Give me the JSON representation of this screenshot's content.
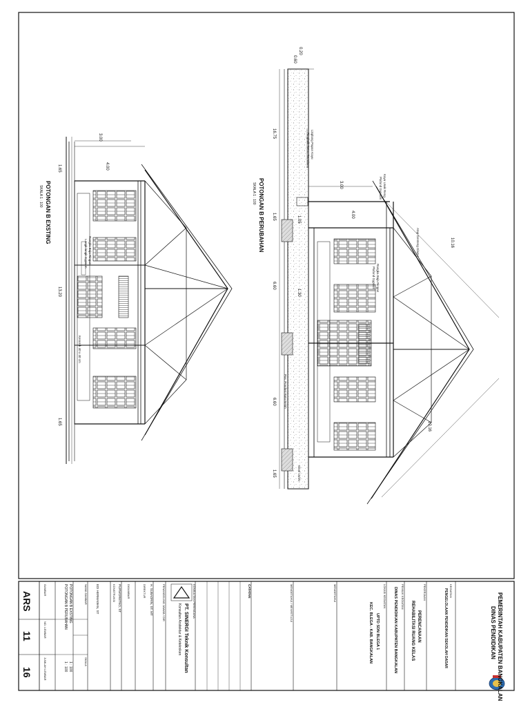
{
  "drawing_existing": {
    "title": "POTONGAN B EXSTING",
    "scale": "SKALA 1 : 100",
    "dims": {
      "d1": "3.00",
      "d2": "4.00",
      "d3": "1.65",
      "d4": "13.20",
      "d5": "1.65"
    },
    "notes": [
      "Rangka Baja Ringan",
      "Langit-langit Gypsum",
      "Keramik 40 x 40 cm"
    ]
  },
  "drawing_new": {
    "title": "POTONGAN B PERUBAHAN",
    "scale": "SKALA 1 : 100",
    "dims": {
      "d1": "3.00",
      "d2": "4.00",
      "d3": "1.65",
      "d4": "6.60",
      "d5": "6.60",
      "d6": "1.65",
      "d7": "16.75",
      "d8": "0.20",
      "d9": "0.60",
      "d10": "10.16",
      "d11": "10.16",
      "d12": "1.05",
      "d13": "1.30"
    },
    "notes": [
      "Lisplang Papan Kayu",
      "Ringbalk Beton Bertulang",
      "Kayu Usuk Reng",
      "Plafond Gypsum",
      "Atap Genteng Glazur",
      "Rangka Baja Ringan",
      "Plafond Gypsum",
      "Pas. Pondasi Batu Belah",
      "Sloof 15/25"
    ]
  },
  "title_block": {
    "gov1": "PEMERINTAH KABUPATEN BANGKALAN",
    "gov2": "DINAS PENDIDIKAN",
    "kegiatan_label": "KEGIATAN",
    "kegiatan": "PENGELOLAAN PENDIDIKAN SEKOLAH DASAR",
    "pekerjaan_label": "PEKERJAAN",
    "pekerjaan1": "PERENCANAAN",
    "pekerjaan2": "REHABILITASI RUANG KELAS",
    "pemilik_label": "PEMILIK KEGIATAN",
    "pemilik": "DINAS PENDIDIKAN KABUPATEN BANGKALAN",
    "lokasi_label": "LOKASI KEGIATAN",
    "lokasi1": "UPTD SDN BLEGA 1",
    "lokasi2": "KEC. BLEGA - KAB. BANGKALAN",
    "mengetahui_label": "MENGETAHUI",
    "mengetahui2_label": "MENGETAHUI / MENYETUJUI",
    "catatan_label": "CATATAN",
    "konsultan_label": "KONSULTAN PERENCANA",
    "konsultan_name": "PT. SINERGI Teknik Konsultan",
    "konsultan_sub": "Konsultan Arsitektur & Ketekniken",
    "penanggung_label": "PENANGGUNG JAWAB / DIR",
    "direktur_name": "H. SUBADRIN, ST. MT",
    "direktur_label": "DIREKTUR",
    "digambar_label": "DIGAMBAR",
    "digambar_name": "PURWORETNO, ST",
    "konstruksi_label": "KONSTRUKSI",
    "konstruksi_name": "EDI HERMAWAN, ST",
    "nama_gambar_label": "NAMA GAMBAR",
    "skala_label": "SKALA",
    "gambar1": "POTONGAN B EXSTING",
    "gambar2": "POTONGAN B PERUBAHAN",
    "skala1": "1 : 100",
    "skala2": "1 : 100",
    "gambar_label": "GAMBAR",
    "no_lembar_label": "NO. LEMBAR",
    "jumlah_lembar_label": "JUMLAH LEMBAR",
    "kode": "ARS",
    "no": "11",
    "jumlah": "16"
  }
}
